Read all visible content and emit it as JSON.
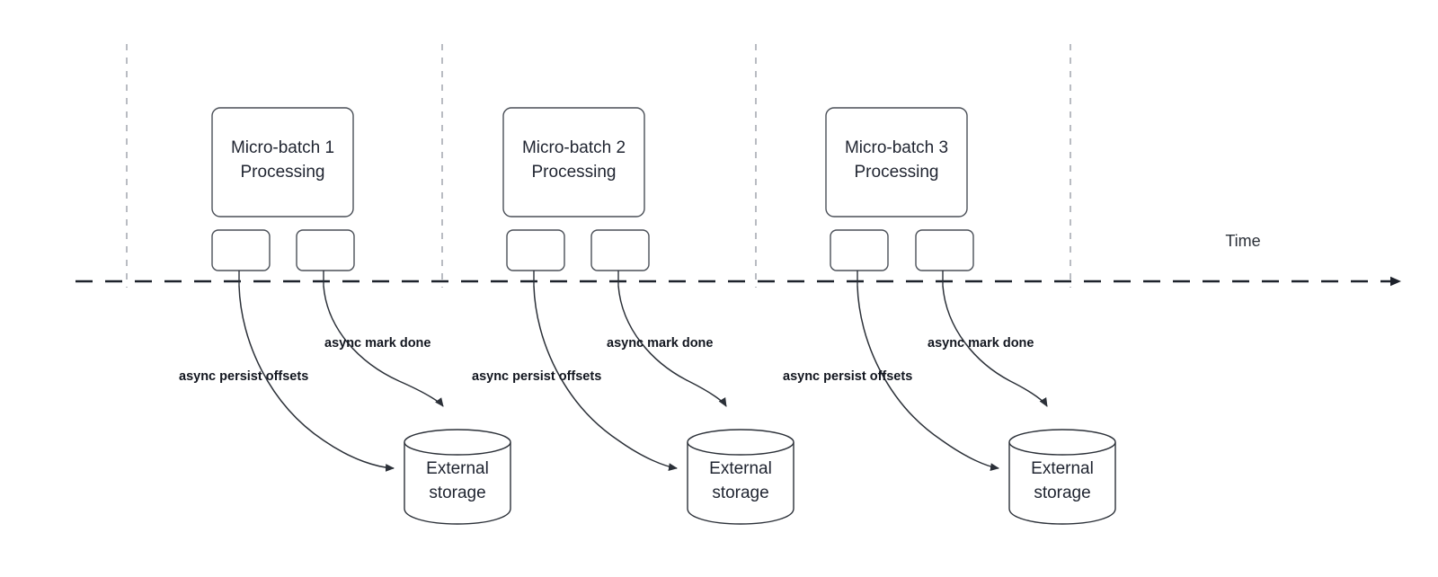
{
  "diagram": {
    "title_axis": "Time",
    "groups": [
      {
        "id": "group-1",
        "batch_label_line1": "Micro-batch 1",
        "batch_label_line2": "Processing",
        "storage_label_line1": "External",
        "storage_label_line2": "storage",
        "edge_persist_label": "async persist offsets",
        "edge_mark_label": "async mark done"
      },
      {
        "id": "group-2",
        "batch_label_line1": "Micro-batch 2",
        "batch_label_line2": "Processing",
        "storage_label_line1": "External",
        "storage_label_line2": "storage",
        "edge_persist_label": "async persist offsets",
        "edge_mark_label": "async mark done"
      },
      {
        "id": "group-3",
        "batch_label_line1": "Micro-batch 3",
        "batch_label_line2": "Processing",
        "storage_label_line1": "External",
        "storage_label_line2": "storage",
        "edge_persist_label": "async persist offsets",
        "edge_mark_label": "async mark done"
      }
    ],
    "colors": {
      "stroke": "#2b3038",
      "shape_stroke": "#4a4f57",
      "divider": "#b9bcc2",
      "text": "#1f2430",
      "background": "#ffffff"
    }
  }
}
